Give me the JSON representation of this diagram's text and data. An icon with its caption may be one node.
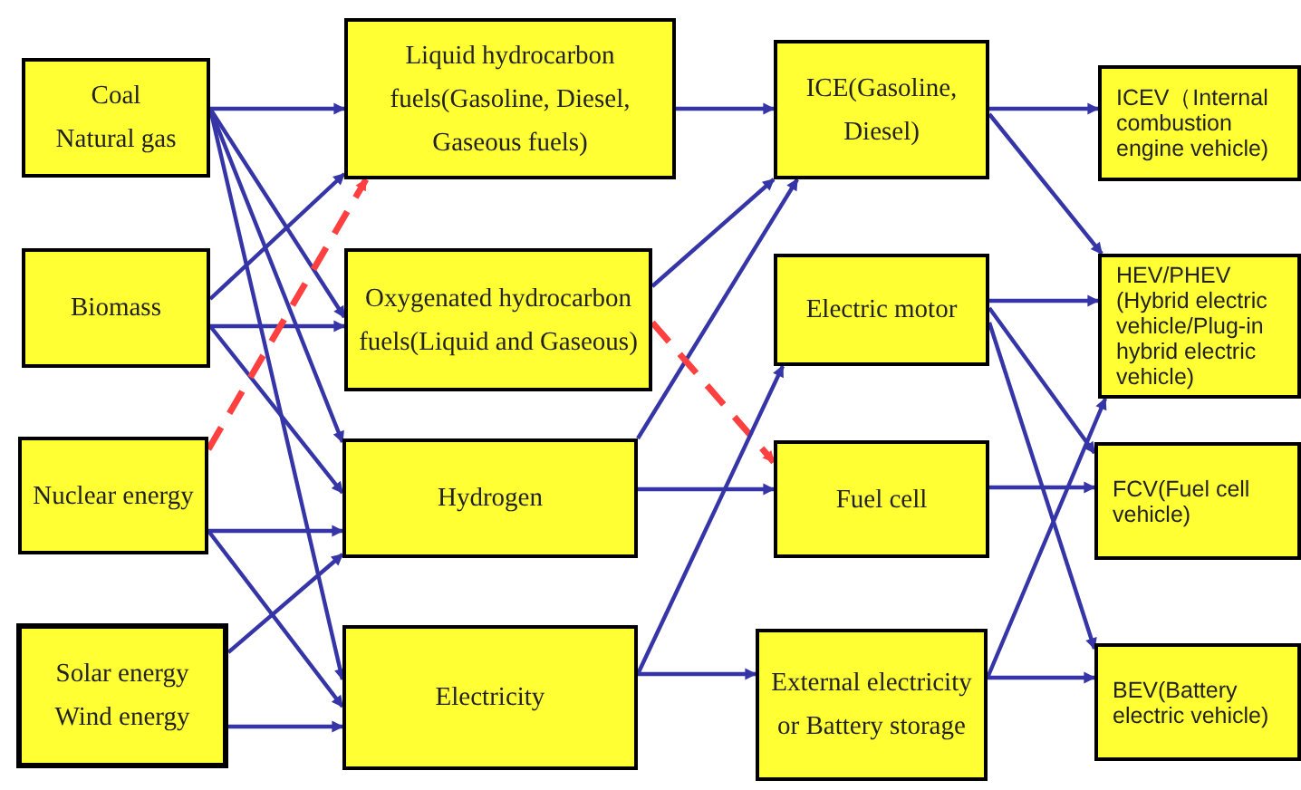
{
  "diagram": {
    "nodes": [
      {
        "text": [
          "Coal",
          "Natural gas"
        ]
      },
      {
        "text": [
          "Biomass"
        ]
      },
      {
        "text": [
          "Nuclear energy"
        ]
      },
      {
        "text": [
          "Solar energy",
          "Wind energy"
        ]
      },
      {
        "text": [
          "Liquid hydrocarbon fuels(Gasoline, Diesel, Gaseous fuels)"
        ]
      },
      {
        "text": [
          "Oxygenated hydrocarbon fuels(Liquid and Gaseous)"
        ]
      },
      {
        "text": [
          "Hydrogen"
        ]
      },
      {
        "text": [
          "Electricity"
        ]
      },
      {
        "text": [
          "ICE(Gasoline, Diesel)"
        ]
      },
      {
        "text": [
          "Electric motor"
        ]
      },
      {
        "text": [
          "Fuel cell"
        ]
      },
      {
        "text": [
          "External electricity or Battery storage"
        ]
      },
      {
        "text": [
          "ICEV（Internal combustion engine vehicle)"
        ]
      },
      {
        "text": [
          "HEV/PHEV (Hybrid electric vehicle/Plug-in hybrid electric vehicle)"
        ]
      },
      {
        "text": [
          "FCV(Fuel cell vehicle)"
        ]
      },
      {
        "text": [
          "BEV(Battery electric vehicle)"
        ]
      }
    ],
    "edges": [
      {
        "from": 0,
        "to": 4,
        "arrow": "to"
      },
      {
        "from": 0,
        "to": 5,
        "arrow": "to"
      },
      {
        "from": 0,
        "to": 6,
        "arrow": "to"
      },
      {
        "from": 0,
        "to": 7,
        "arrow": "to"
      },
      {
        "from": 1,
        "to": 4,
        "arrow": "to"
      },
      {
        "from": 1,
        "to": 5,
        "arrow": "to"
      },
      {
        "from": 1,
        "to": 6,
        "arrow": "to"
      },
      {
        "from": 2,
        "to": 4,
        "arrow": "to",
        "style": "dashed",
        "color": "#ff4040"
      },
      {
        "from": 2,
        "to": 6,
        "arrow": "to"
      },
      {
        "from": 2,
        "to": 7,
        "arrow": "to"
      },
      {
        "from": 3,
        "to": 6,
        "arrow": "to"
      },
      {
        "from": 3,
        "to": 7,
        "arrow": "to"
      },
      {
        "from": 4,
        "to": 8,
        "arrow": "to"
      },
      {
        "from": 5,
        "to": 8,
        "arrow": "to"
      },
      {
        "from": 6,
        "to": 8,
        "arrow": "to"
      },
      {
        "from": 5,
        "to": 10,
        "arrow": "to",
        "style": "dashed",
        "color": "#ff4040"
      },
      {
        "from": 6,
        "to": 10,
        "arrow": "to"
      },
      {
        "from": 7,
        "to": 9,
        "arrow": "to"
      },
      {
        "from": 7,
        "to": 11,
        "arrow": "to"
      },
      {
        "from": 8,
        "to": 12,
        "arrow": "to"
      },
      {
        "from": 8,
        "to": 13,
        "arrow": "to"
      },
      {
        "from": 9,
        "to": 13,
        "arrow": "to"
      },
      {
        "from": 9,
        "to": 14,
        "arrow": "to"
      },
      {
        "from": 9,
        "to": 15,
        "arrow": "to"
      },
      {
        "from": 10,
        "to": 14,
        "arrow": "to"
      },
      {
        "from": 11,
        "to": 15,
        "arrow": "to"
      },
      {
        "from": 11,
        "to": 13,
        "arrow": "to"
      }
    ]
  }
}
